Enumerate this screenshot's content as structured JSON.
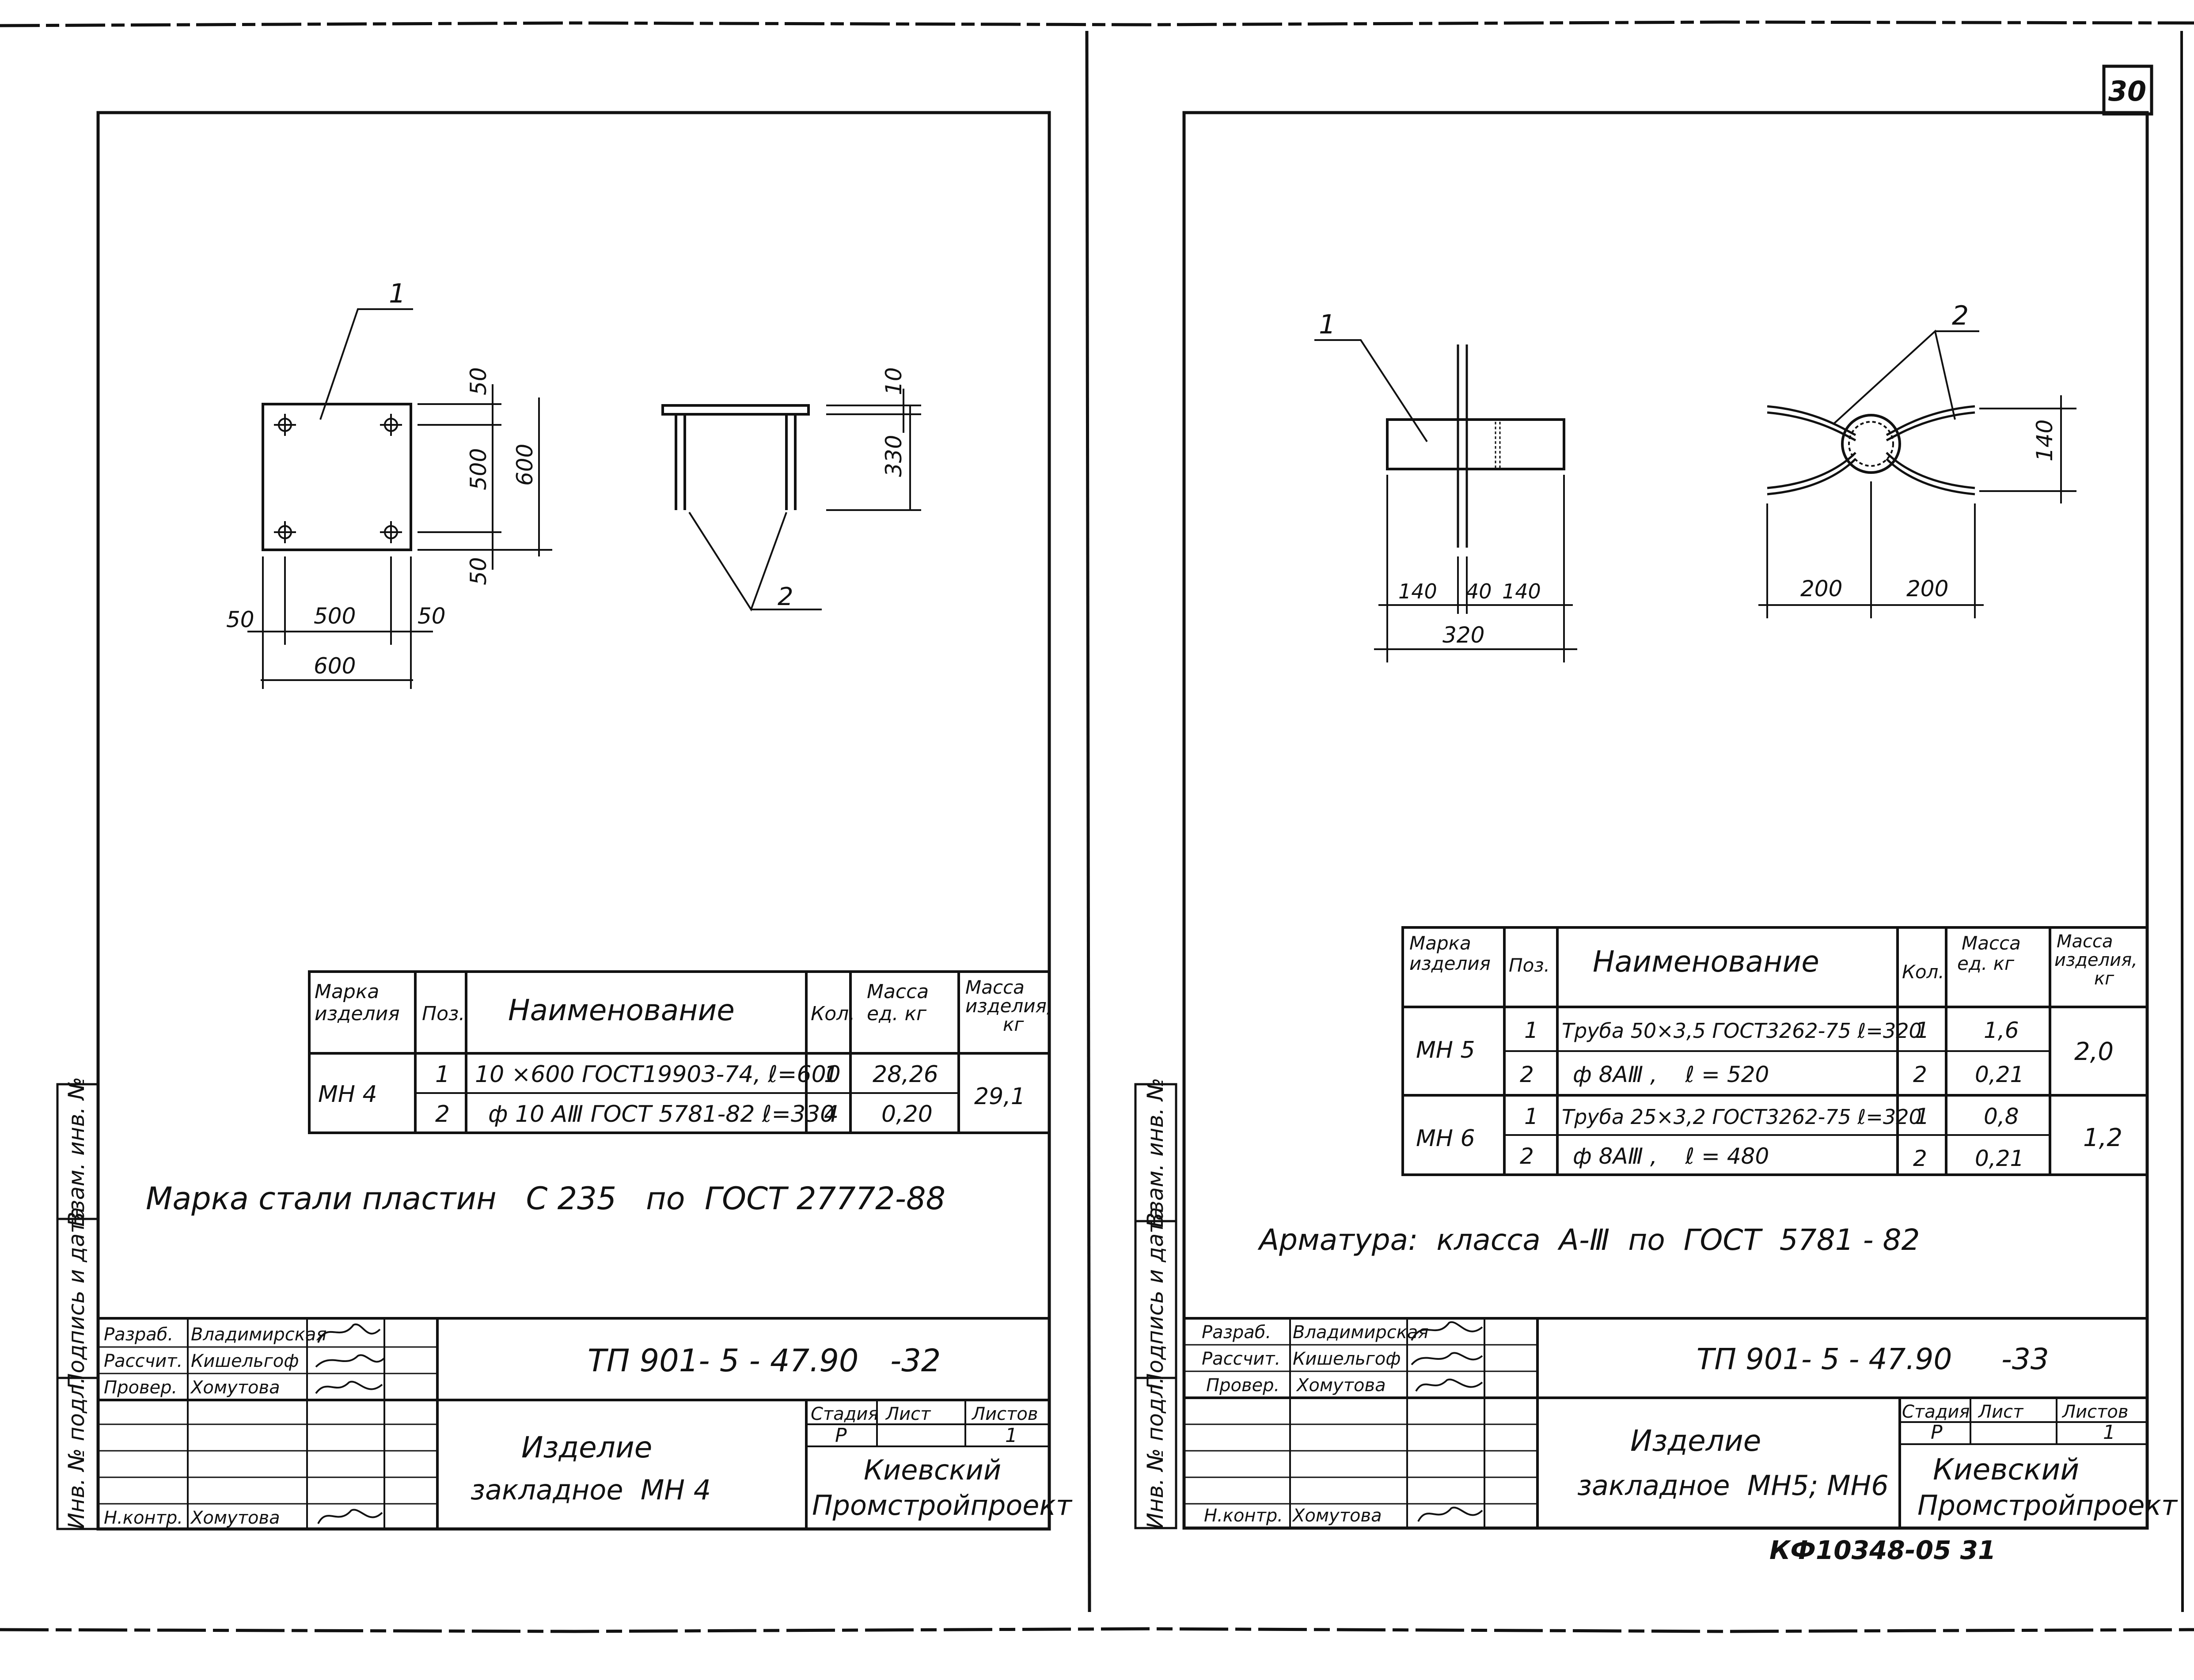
{
  "sheet_number": "30",
  "archive_code": "КФ10348-05 31",
  "left": {
    "drawing": {
      "plate_callout": "1",
      "anchor_callout": "2",
      "dims": {
        "edge_top": "50",
        "inner_v": "500",
        "outer_v": "600",
        "edge_bottom": "50",
        "edge_left": "50",
        "inner_h": "500",
        "edge_right": "50",
        "outer_h": "600",
        "thickness": "10",
        "bar_len": "330"
      }
    },
    "spec": {
      "headers": {
        "mark": "Марка изделия",
        "pos": "Поз.",
        "name": "Наименование",
        "qty": "Кол.",
        "unit_mass": "Масса ед. кг",
        "item_mass": "Масса изделия, кг"
      },
      "groups": [
        {
          "mark": "МН 4",
          "mass": "29,1",
          "rows": [
            {
              "pos": "1",
              "name": "10 ×600 ГОСТ19903-74, ℓ=600",
              "qty": "1",
              "unit_mass": "28,26"
            },
            {
              "pos": "2",
              "name": "ф 10 АⅢ ГОСТ 5781-82 ℓ=330",
              "qty": "4",
              "unit_mass": "0,20"
            }
          ]
        }
      ]
    },
    "note": "Марка стали пластин   С 235   по  ГОСТ 27772-88",
    "title_block": {
      "roles": [
        "Разраб.",
        "Рассчит.",
        "Провер.",
        "",
        "",
        "",
        "Н.контр."
      ],
      "names": [
        "Владимирская",
        "Кишельгоф",
        "Хомутова",
        "",
        "",
        "",
        "Хомутова"
      ],
      "doc_code": "ТП 901- 5 - 47.90",
      "sheet_code": "-32",
      "product_line1": "Изделие",
      "product_line2": "закладное  МН 4",
      "stage_label": "Стадия",
      "sheet_label": "Лист",
      "sheets_label": "Листов",
      "stage": "Р",
      "sheet": "",
      "sheets": "1",
      "org_line1": "Киевский",
      "org_line2": "Промстройпроект"
    },
    "side_stamp": [
      "Инв. № подл.",
      "Подпись и дата",
      "Взам. инв. №"
    ]
  },
  "right": {
    "drawing": {
      "pipe_callout": "1",
      "bars_callout": "2",
      "dims": {
        "a": "140",
        "b": "40",
        "c": "140",
        "total": "320",
        "left200": "200",
        "right200": "200",
        "height": "140"
      }
    },
    "spec": {
      "headers": {
        "mark": "Марка изделия",
        "pos": "Поз.",
        "name": "Наименование",
        "qty": "Кол.",
        "unit_mass": "Масса ед. кг",
        "item_mass": "Масса изделия, кг"
      },
      "groups": [
        {
          "mark": "МН 5",
          "mass": "2,0",
          "rows": [
            {
              "pos": "1",
              "name": "Труба 50×3,5 ГОСТ3262-75 ℓ=320",
              "qty": "1",
              "unit_mass": "1,6"
            },
            {
              "pos": "2",
              "name": "ф 8АⅢ ,    ℓ = 520",
              "qty": "2",
              "unit_mass": "0,21"
            }
          ]
        },
        {
          "mark": "МН 6",
          "mass": "1,2",
          "rows": [
            {
              "pos": "1",
              "name": "Труба 25×3,2 ГОСТ3262-75 ℓ=320",
              "qty": "1",
              "unit_mass": "0,8"
            },
            {
              "pos": "2",
              "name": "ф 8АⅢ ,    ℓ = 480",
              "qty": "2",
              "unit_mass": "0,21"
            }
          ]
        }
      ]
    },
    "note": "Арматура:  класса  А-Ⅲ  по  ГОСТ  5781 - 82",
    "title_block": {
      "roles": [
        "Разраб.",
        "Рассчит.",
        "Провер.",
        "",
        "",
        "",
        "Н.контр."
      ],
      "names": [
        "Владимирская",
        "Кишельгоф",
        "Хомутова",
        "",
        "",
        "",
        "Хомутова"
      ],
      "doc_code": "ТП 901- 5 - 47.90",
      "sheet_code": "-33",
      "product_line1": "Изделие",
      "product_line2": "закладное  МН5; МН6",
      "stage_label": "Стадия",
      "sheet_label": "Лист",
      "sheets_label": "Листов",
      "stage": "Р",
      "sheet": "",
      "sheets": "1",
      "org_line1": "Киевский",
      "org_line2": "Промстройпроект"
    },
    "side_stamp": [
      "Инв. № подл.",
      "Подпись и дата",
      "Взам. инв. №"
    ]
  }
}
